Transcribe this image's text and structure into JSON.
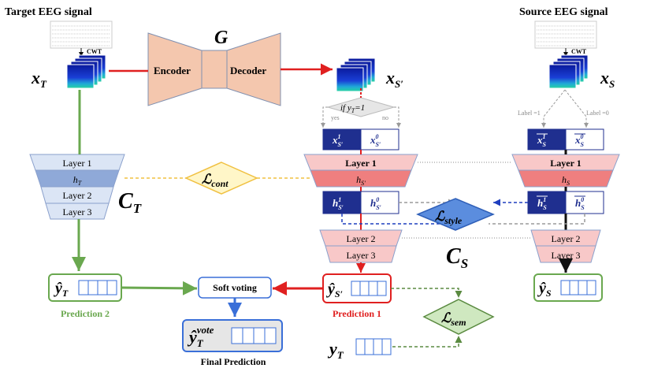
{
  "titles": {
    "target_signal": "Target EEG signal",
    "source_signal": "Source EEG signal"
  },
  "cwt_label": "CWT",
  "vars": {
    "x_t": "x",
    "x_t_sub": "T",
    "x_s": "x",
    "x_s_sub": "S",
    "x_sp": "x",
    "x_sp_sub": "S′"
  },
  "generator": {
    "name": "G",
    "encoder": "Encoder",
    "decoder": "Decoder"
  },
  "condition": {
    "text": "if y",
    "sub": "T",
    "tail": "=1",
    "yes": "yes",
    "no": "no"
  },
  "source_labels": {
    "label1": "Label =1",
    "label0": "Label =0"
  },
  "target_classifier": {
    "name": "C",
    "sub": "T",
    "layer1": "Layer 1",
    "h": "h",
    "h_sub": "T",
    "layer2": "Layer 2",
    "layer3": "Layer 3"
  },
  "middle_classifier": {
    "layer1": "Layer 1",
    "h": "h",
    "h_sub": "S′",
    "layer2": "Layer 2",
    "layer3": "Layer 3"
  },
  "source_classifier": {
    "name": "C",
    "sub": "S",
    "layer1": "Layer 1",
    "h": "h",
    "h_sub": "S",
    "layer2": "Layer 2",
    "layer3": "Layer 3"
  },
  "losses": {
    "cont": "cont",
    "style": "style",
    "sem": "sem",
    "symbol": "ℒ"
  },
  "predictions": {
    "y_hat_t": "T",
    "y_hat_sp": "S′",
    "y_hat_s": "S",
    "y_t": "T",
    "vote_sup": "vote",
    "pred2": "Prediction 2",
    "pred1": "Prediction 1",
    "soft_voting": "Soft voting",
    "final": "Final Prediction"
  },
  "colors": {
    "red": "#e02020",
    "green": "#6aa84f",
    "blue_dark": "#1f2f8f",
    "blue_light": "#dbe5f5",
    "salmon": "#f4c7ae",
    "pink_light": "#f8c8c8",
    "pink_dark": "#ef7f7f",
    "diamond_yellow": "#fff6c8",
    "diamond_blue": "#5b8dde",
    "diamond_green": "#cfe8c0"
  }
}
